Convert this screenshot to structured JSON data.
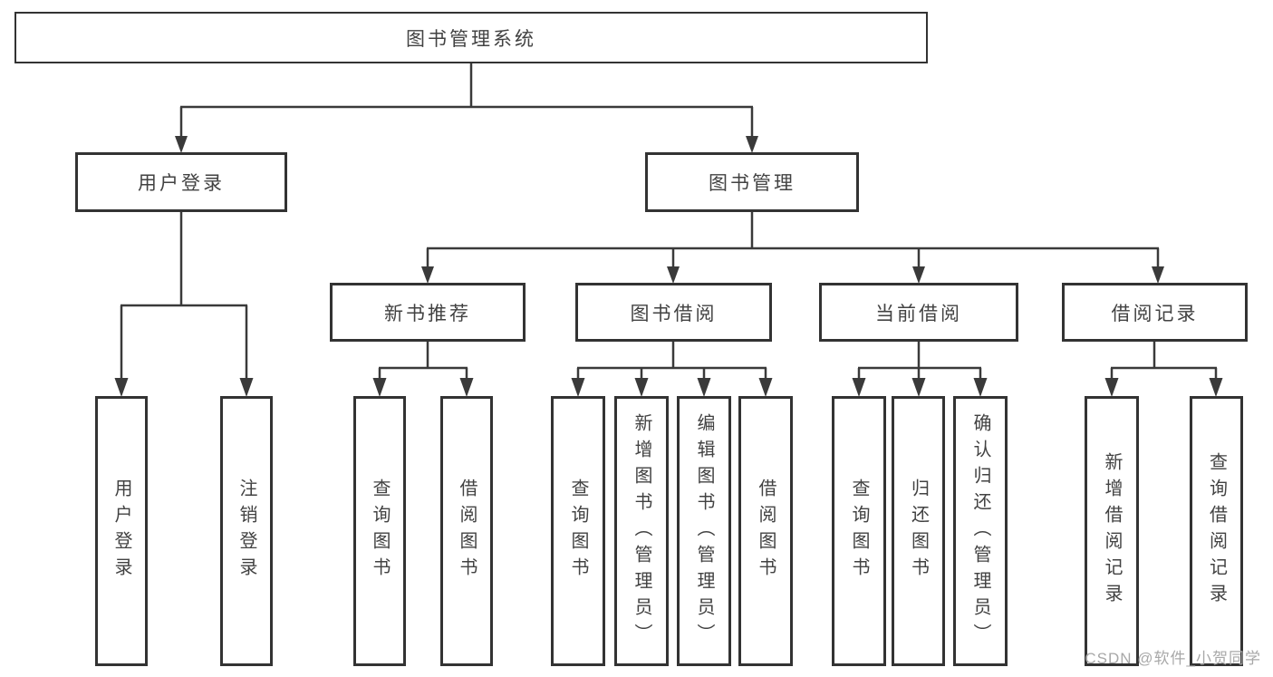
{
  "tree": {
    "root": "图书管理系统",
    "user": {
      "label": "用户登录",
      "children": [
        "用户登录",
        "注销登录"
      ]
    },
    "mgmt": {
      "label": "图书管理",
      "groups": [
        {
          "label": "新书推荐",
          "children": [
            "查询图书",
            "借阅图书"
          ]
        },
        {
          "label": "图书借阅",
          "children": [
            "查询图书",
            "新增图书（管理员）",
            "编辑图书（管理员）",
            "借阅图书"
          ]
        },
        {
          "label": "当前借阅",
          "children": [
            "查询图书",
            "归还图书",
            "确认归还（管理员）"
          ]
        },
        {
          "label": "借阅记录",
          "children": [
            "新增借阅记录",
            "查询借阅记录"
          ]
        }
      ]
    }
  },
  "watermark": "CSDN @软件_小贺同学",
  "colors": {
    "line": "#3a3a3a",
    "box_border": "#333333",
    "text": "#424242",
    "watermark": "#a8a8a8",
    "background": "#ffffff"
  }
}
